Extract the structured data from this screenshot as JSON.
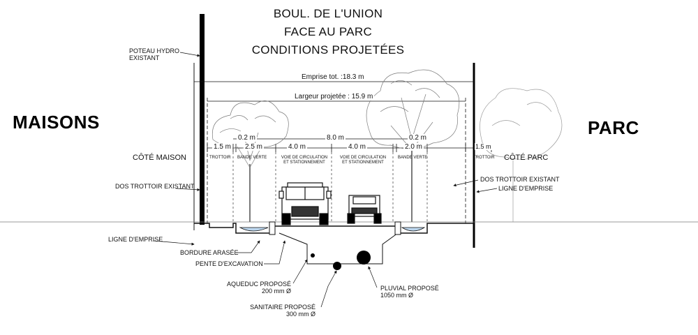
{
  "title": {
    "line1": "BOUL. DE L'UNION",
    "line2": "FACE AU PARC",
    "line3": "CONDITIONS PROJETÉES"
  },
  "sides": {
    "left": "MAISONS",
    "right": "PARC"
  },
  "dimensions": {
    "emprise": "Emprise tot. :18.3 m",
    "largeur": "Largeur projetée : 15.9 m",
    "road_total": "8.0 m",
    "left_offset": "0.2 m",
    "right_offset": "0.2 m",
    "left_sidewalk": "1.5 m",
    "left_green": "2.5 m",
    "left_lane": "4.0 m",
    "right_lane": "4.0 m",
    "right_green": "2.0 m",
    "right_sidewalk": "1.5 m"
  },
  "zones": {
    "left_trottoir": "TROTTOIR",
    "left_bande": "BANDE VERTE",
    "left_voie_1": "VOIE DE CIRCULATION",
    "left_voie_2": "ET STATIONNEMENT",
    "right_voie_1": "VOIE DE CIRCULATION",
    "right_voie_2": "ET STATIONNEMENT",
    "right_bande": "BANDE VERTE",
    "right_trottoir": "TROTTOIR"
  },
  "labels": {
    "poteau_1": "POTEAU HYDRO",
    "poteau_2": "EXISTANT",
    "cote_maison": "CÔTÉ MAISON",
    "cote_parc": "CÔTÉ PARC",
    "dos_trottoir_left": "DOS TROTTOIR EXISTANT",
    "dos_trottoir_right": "DOS TROTTOIR EXISTANT",
    "ligne_emprise_left": "LIGNE D'EMPRISE",
    "ligne_emprise_right": "LIGNE D'EMPRISE",
    "bordure": "BORDURE ARASÉE",
    "pente": "PENTE D'EXCAVATION",
    "aqueduc_1": "AQUEDUC PROPOSÉ",
    "aqueduc_2": "200 mm Ø",
    "sanitaire_1": "SANITAIRE PROPOSÉ",
    "sanitaire_2": "300 mm Ø",
    "pluvial_1": "PLUVIAL PROPOSÉ",
    "pluvial_2": "1050 mm Ø"
  },
  "colors": {
    "ink": "#111111",
    "swale": "#bcd6ee",
    "tree": "#7a7a7a"
  }
}
